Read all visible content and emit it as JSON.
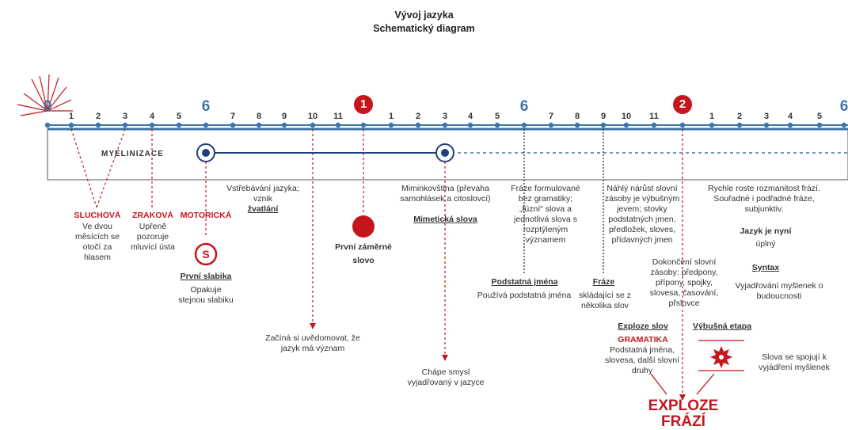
{
  "title": "Vývoj jazyka",
  "subtitle": "Schematický diagram",
  "ticks": [
    "0",
    "1",
    "2",
    "3",
    "4",
    "5",
    "6",
    "7",
    "8",
    "9",
    "10",
    "11",
    "1",
    "2",
    "3",
    "4",
    "5",
    "6",
    "7",
    "8",
    "9",
    "10",
    "11",
    "2",
    "1",
    "2",
    "3",
    "4",
    "5",
    "6"
  ],
  "year_markers": [
    "1",
    "2"
  ],
  "myelinization_label": "MYELINIZACE",
  "labels": {
    "sluchova": "SLUCHOVÁ",
    "sluchova_desc": "Ve dvou měsících se otočí za hlasem",
    "zrakova": "ZRAKOVÁ",
    "zrakova_desc": "Upřeně pozoruje mluvící ústa",
    "motoricka": "MOTORICKÁ",
    "s_symbol": "S",
    "prvni_slabika": "První slabika",
    "opakuje": "Opakuje stejnou slabiku",
    "vstrebavani": "Vstřebávání jazyka; vznik",
    "zvatlani": "žvatlání",
    "zacina": "Začíná si uvědomovat, že jazyk má význam",
    "prvni_zamerne": "První záměrné",
    "slovo": "slovo",
    "miminkovstina": "Miminkovština (převaha samohlásek a citoslovcí)",
    "mimeticka": "Mimetická slova",
    "chape": "Chápe smysl vyjadřovaný v jazyce",
    "fraze_formulovane": "Fráze formulované bez gramatiky; „fúzní“ slova a jednotlivá slova s rozptýleným významem",
    "podstatna_jmena": "Podstatná jména",
    "pouziva": "Používá podstatná jména",
    "nahly_narust": "Náhlý nárůst slovní zásoby je výbušným jevem; stovky podstatných jmen, předložek, sloves, přídavných jmen",
    "fraze": "Fráze",
    "skladajici": "skládající se z několika slov",
    "dokonceni": "Dokončení slovní zásoby: předpony, přípony, spojky, slovesa, časování, přslovce",
    "exploze_slov": "Exploze slov",
    "gramatika": "GRAMATIKA",
    "gramatika_desc": "Podstatná jména, slovesa, další slovní druhy",
    "vybusna_etapa": "Výbušná etapa",
    "slova_spojuji": "Slova se spojují k vyjádření myšlenek",
    "rychle_roste": "Rychle roste rozmanitost frází. Souřadné i podřadné fráze, subjunktiv.",
    "jazyk_je_nyni": "Jazyk je nyní",
    "uplny": "úplný",
    "syntax": "Syntax",
    "vyjadrovani": "Vyjadřování myšlenek o budoucnosti",
    "exploze_line1": "EXPLOZE",
    "exploze_line2": "FRÁZÍ"
  },
  "colors": {
    "accent_blue": "#3e74a8",
    "accent_red": "#c5161d",
    "navy": "#1f3f7a"
  }
}
